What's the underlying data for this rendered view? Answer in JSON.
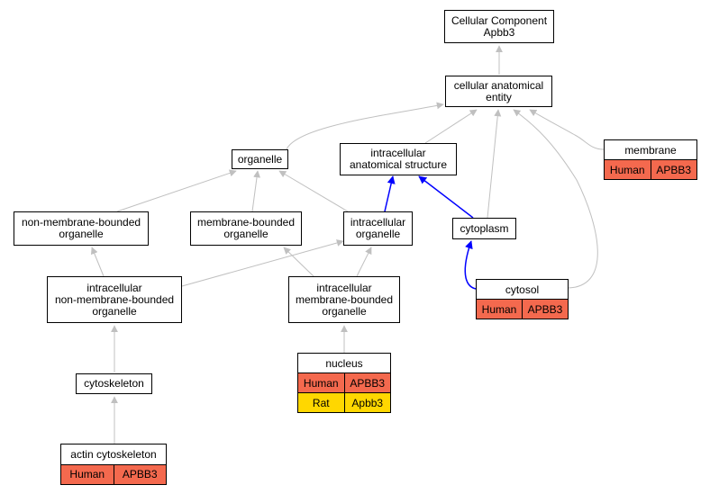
{
  "colors": {
    "edge_gray": "#c0c0c0",
    "edge_blue": "#0000ff",
    "human_fill": "#f4694e",
    "rat_fill": "#ffd700",
    "node_border": "#000000"
  },
  "nodes": {
    "root": {
      "lines": [
        "Cellular Component",
        "Apbb3",
        ""
      ]
    },
    "cellular_anatomical_entity": {
      "lines": [
        "cellular anatomical",
        "entity",
        ""
      ]
    },
    "organelle": {
      "lines": [
        "organelle",
        "",
        ""
      ]
    },
    "intracellular_anatomical_structure": {
      "lines": [
        "intracellular",
        "anatomical structure",
        ""
      ]
    },
    "non_membrane_bounded_organelle": {
      "lines": [
        "non-membrane-bounded",
        "organelle",
        ""
      ]
    },
    "membrane_bounded_organelle": {
      "lines": [
        "membrane-bounded",
        "organelle",
        ""
      ]
    },
    "intracellular_organelle": {
      "lines": [
        "intracellular",
        "organelle",
        ""
      ]
    },
    "cytoplasm": {
      "lines": [
        "cytoplasm",
        "",
        ""
      ]
    },
    "intracellular_non_membrane_bounded_organelle": {
      "lines": [
        "intracellular",
        "non-membrane-bounded",
        "organelle"
      ]
    },
    "intracellular_membrane_bounded_organelle": {
      "lines": [
        "intracellular",
        "membrane-bounded",
        "organelle"
      ]
    },
    "cytoskeleton": {
      "lines": [
        "cytoskeleton",
        "",
        ""
      ]
    }
  },
  "annotated": {
    "membrane": {
      "label": "membrane",
      "rows": [
        {
          "species": "Human",
          "gene": "APBB3"
        }
      ]
    },
    "cytosol": {
      "label": "cytosol",
      "rows": [
        {
          "species": "Human",
          "gene": "APBB3"
        }
      ]
    },
    "nucleus": {
      "label": "nucleus",
      "rows": [
        {
          "species": "Human",
          "gene": "APBB3"
        },
        {
          "species": "Rat",
          "gene": "Apbb3"
        }
      ]
    },
    "actin_cytoskeleton": {
      "label": "actin cytoskeleton",
      "rows": [
        {
          "species": "Human",
          "gene": "APBB3"
        }
      ]
    }
  }
}
